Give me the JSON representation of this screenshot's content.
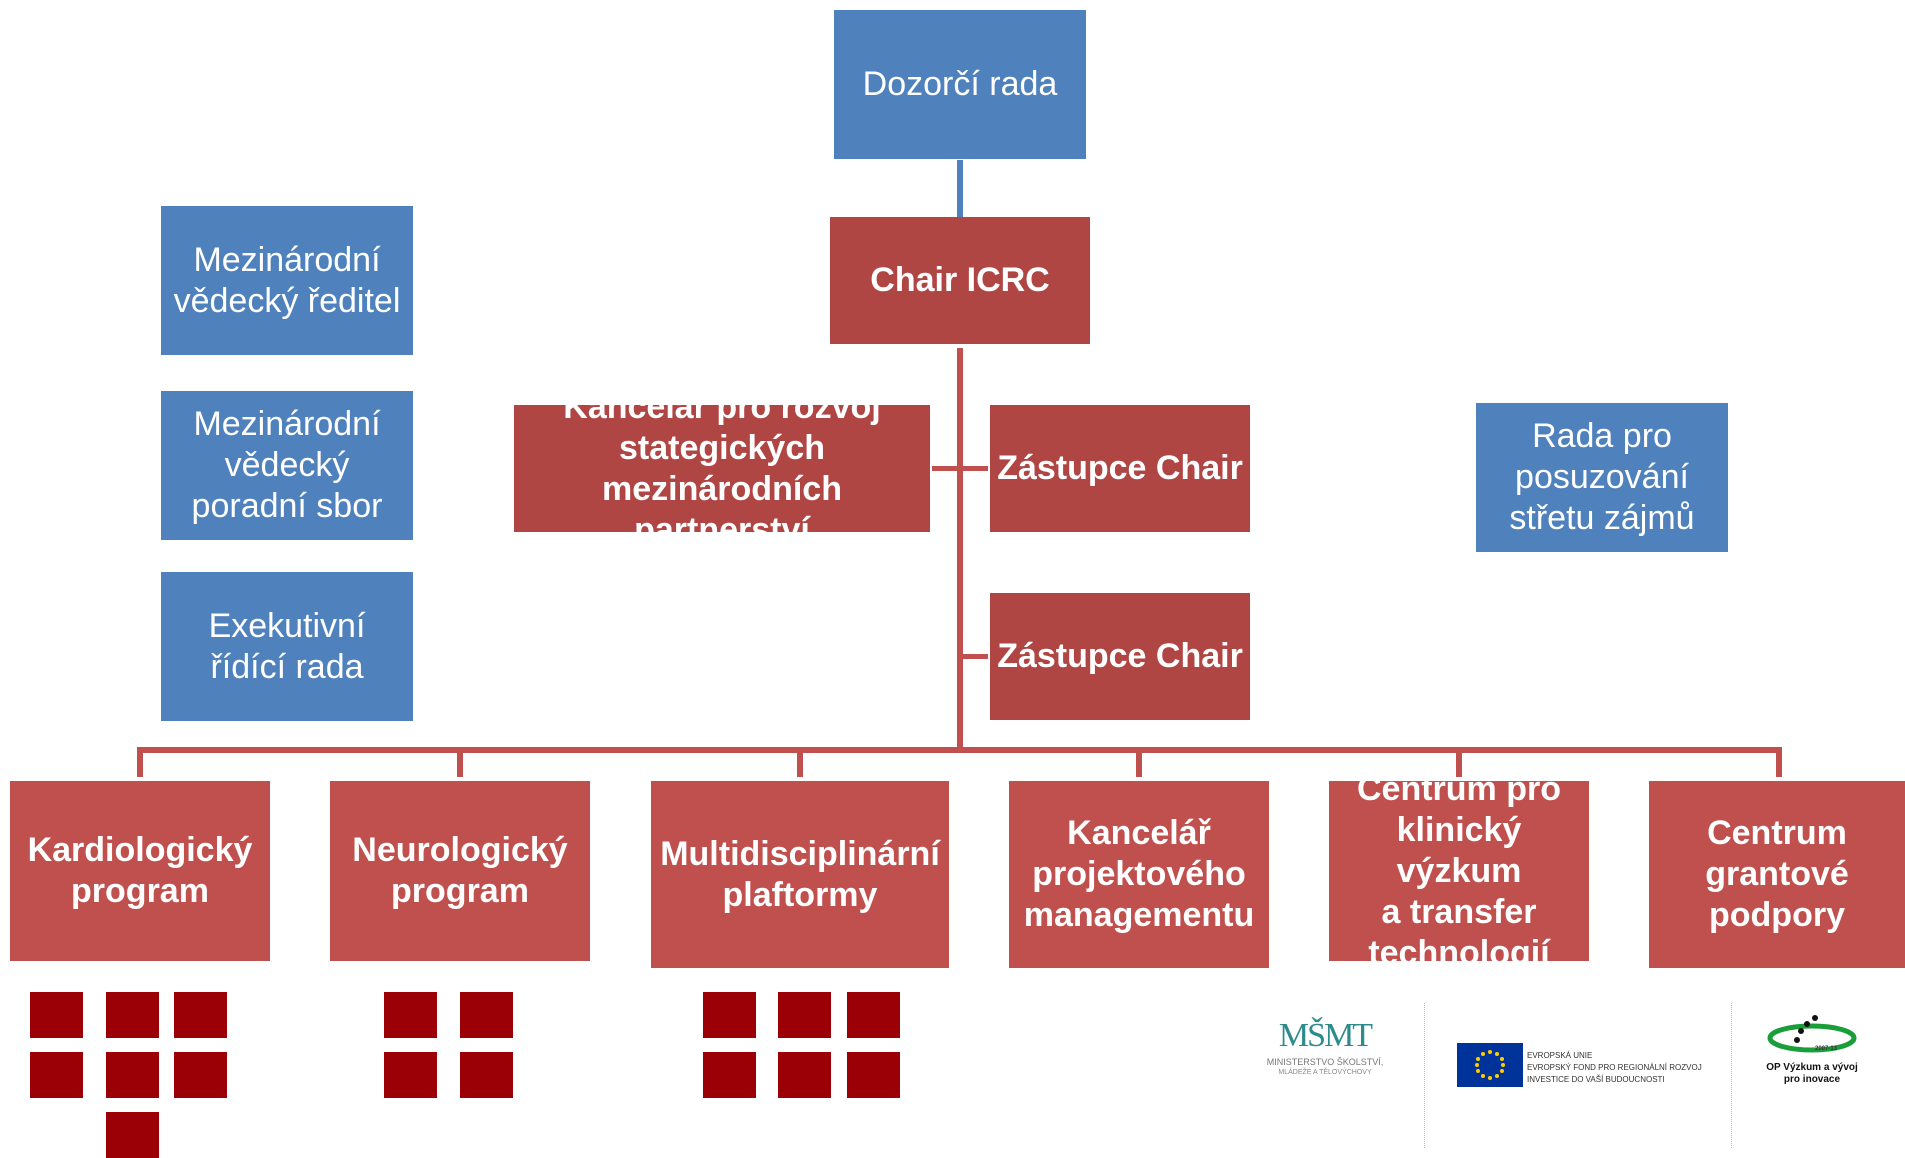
{
  "diagram": {
    "top": "Dozorčí rada",
    "chair": "Chair ICRC",
    "left_boxes": [
      "Mezinárodní\nvědecký ředitel",
      "Mezinárodní\nvědecký\nporadní sbor",
      "Exekutivní\nřídící rada"
    ],
    "right_box": "Rada pro\nposuzování\nstřetu zájmů",
    "office": "Kancelář pro rozvoj\nstategických\nmezinárodních partnerství",
    "deputy_1": "Zástupce Chair",
    "deputy_2": "Zástupce Chair",
    "units": [
      "Kardiologický\nprogram",
      "Neurologický\nprogram",
      "Multidisciplinární\nplaftormy",
      "Kancelář\nprojektového\nmanagementu",
      "Centrum pro\nklinický výzkum\na transfer\ntechnologií",
      "Centrum\ngrantové\npodpory"
    ]
  },
  "logos": {
    "msmt_abbr": "MŠMT",
    "msmt_line1": "MINISTERSTVO ŠKOLSTVÍ,",
    "msmt_line2": "MLÁDEŽE A TĚLOVÝCHOVY",
    "eu_line1": "EVROPSKÁ UNIE",
    "eu_line2": "EVROPSKÝ FOND PRO REGIONÁLNÍ ROZVOJ",
    "eu_line3": "INVESTICE DO VAŠÍ BUDOUCNOSTI",
    "op_year": "2007-13",
    "op_line1": "OP Výzkum a vývoj",
    "op_line2": "pro inovace"
  },
  "colors": {
    "blue": "#4f81bd",
    "red": "#c0504d",
    "dark_red_square": "#9c0007"
  }
}
